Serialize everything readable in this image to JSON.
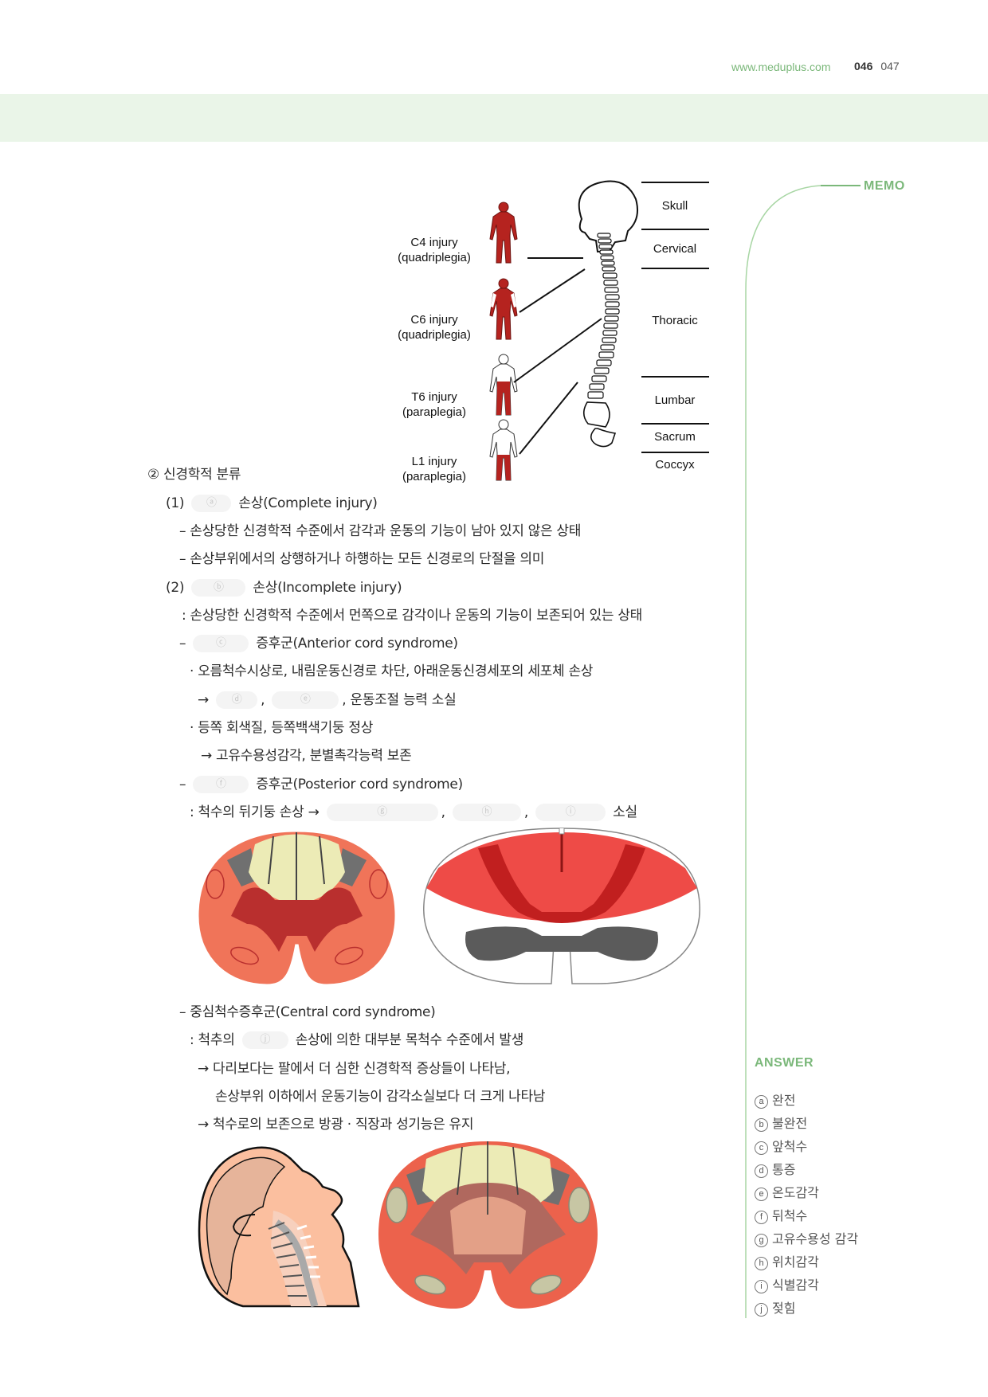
{
  "header": {
    "url": "www.meduplus.com",
    "page_left": "046",
    "page_right": "047"
  },
  "memo": {
    "label": "MEMO"
  },
  "injury_figure": {
    "injuries": [
      {
        "name": "C4 injury",
        "type": "(quadriplegia)"
      },
      {
        "name": "C6 injury",
        "type": "(quadriplegia)"
      },
      {
        "name": "T6 injury",
        "type": "(paraplegia)"
      },
      {
        "name": "L1 injury",
        "type": "(paraplegia)"
      }
    ],
    "regions": [
      "Skull",
      "Cervical",
      "Thoracic",
      "Lumbar",
      "Sacrum",
      "Coccyx"
    ]
  },
  "section": {
    "title": "② 신경학적 분류",
    "complete": {
      "num": "(1)",
      "blank": "ⓐ",
      "label": "손상(Complete injury)",
      "lines": [
        "– 손상당한 신경학적 수준에서 감각과 운동의 기능이 남아 있지 않은 상태",
        "– 손상부위에서의 상행하거나 하행하는 모든 신경로의 단절을 의미"
      ]
    },
    "incomplete": {
      "num": "(2)",
      "blank": "ⓑ",
      "label": "손상(Incomplete injury)",
      "desc": ": 손상당한 신경학적 수준에서 먼쪽으로 감각이나 운동의 기능이 보존되어 있는 상태"
    },
    "anterior": {
      "dash": "–",
      "blank": "ⓒ",
      "label": "증후군(Anterior cord syndrome)",
      "line1": "· 오름척수시상로, 내림운동신경로 차단, 아래운동신경세포의 세포체 손상",
      "arrow": "→",
      "blank_d": "ⓓ",
      "comma1": ",",
      "blank_e": "ⓔ",
      "line2_tail": ", 운동조절 능력 소실",
      "line3": "· 등쪽 회색질, 등쪽백색기둥 정상",
      "line4": "→ 고유수용성감각, 분별촉각능력 보존"
    },
    "posterior": {
      "dash": "–",
      "blank": "ⓕ",
      "label": "증후군(Posterior cord syndrome)",
      "line_head": ": 척수의 뒤기둥 손상 →",
      "blank_g": "ⓖ",
      "comma1": ",",
      "blank_h": "ⓗ",
      "comma2": ",",
      "blank_i": "ⓘ",
      "tail": "소실"
    },
    "central": {
      "title": "– 중심척수증후군(Central cord syndrome)",
      "line1_head": ": 척추의",
      "blank_j": "ⓙ",
      "line1_tail": "손상에 의한 대부분 목척수 수준에서 발생",
      "line2": "→ 다리보다는 팔에서 더 심한 신경학적 증상들이 나타남,",
      "line3": "손상부위 이하에서 운동기능이 감각소실보다 더 크게 나타남",
      "line4": "→ 척수로의 보존으로 방광 · 직장과 성기능은 유지"
    }
  },
  "answers": {
    "title": "ANSWER",
    "items": [
      {
        "mark": "a",
        "text": "완전"
      },
      {
        "mark": "b",
        "text": "불완전"
      },
      {
        "mark": "c",
        "text": "앞척수"
      },
      {
        "mark": "d",
        "text": "통증"
      },
      {
        "mark": "e",
        "text": "온도감각"
      },
      {
        "mark": "f",
        "text": "뒤척수"
      },
      {
        "mark": "g",
        "text": "고유수용성 감각"
      },
      {
        "mark": "h",
        "text": "위치감각"
      },
      {
        "mark": "i",
        "text": "식별감각"
      },
      {
        "mark": "j",
        "text": "젖힘"
      }
    ]
  },
  "colors": {
    "accent_green": "#7bb87a",
    "band": "#eaf5e8",
    "injury_red": "#b5231f"
  }
}
